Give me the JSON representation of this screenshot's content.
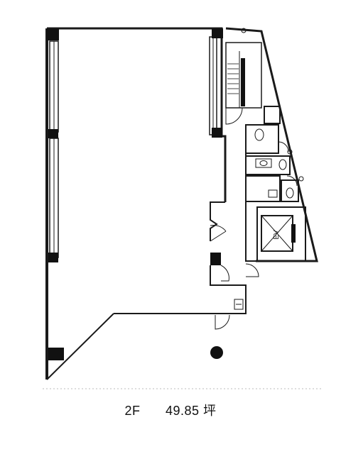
{
  "plan": {
    "floor_label": "2F",
    "area_label": "49.85 坪",
    "elevator_label": "EV",
    "wall_color": "#1a1a1a",
    "column_color": "#111111",
    "background_color": "#ffffff"
  }
}
